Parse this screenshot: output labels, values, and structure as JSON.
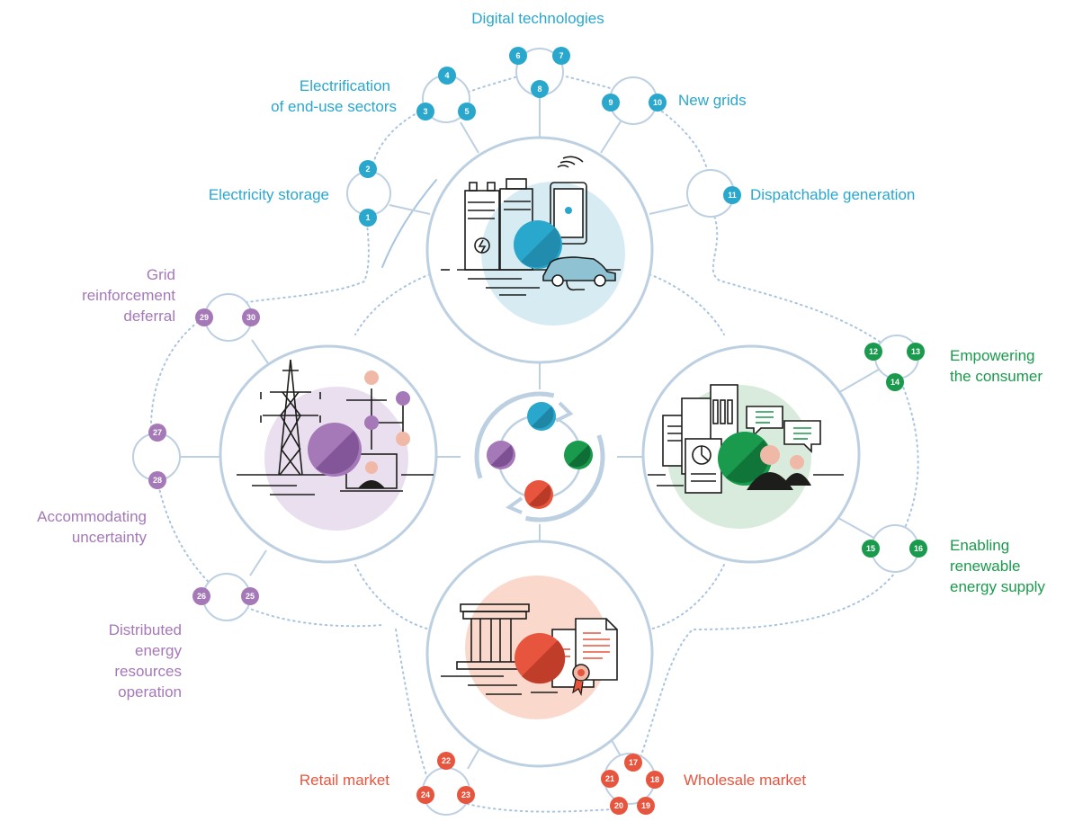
{
  "colors": {
    "blue": "#2aa7cc",
    "green": "#1a9a4c",
    "purple": "#a578b8",
    "red": "#e8553e",
    "ring": "#bdd0e2",
    "dots": "#a8c4de",
    "blue_bg": "#d7ebf3",
    "green_bg": "#d9ebdc",
    "purple_bg": "#e9dfee",
    "red_bg": "#fad9cc",
    "ink": "#1d1d1b"
  },
  "labels": {
    "digital_technologies": "Digital technologies",
    "electrification": [
      "Electrification",
      "of end-use sectors"
    ],
    "new_grids": "New grids",
    "electricity_storage": "Electricity storage",
    "dispatchable_generation": "Dispatchable generation",
    "grid_reinforcement": [
      "Grid",
      "reinforcement",
      "deferral"
    ],
    "empowering_consumer": [
      "Empowering",
      "the consumer"
    ],
    "accommodating_uncertainty": [
      "Accommodating",
      "uncertainty"
    ],
    "enabling_renewable": [
      "Enabling",
      "renewable",
      "energy supply"
    ],
    "distributed_energy": [
      "Distributed",
      "energy",
      "resources",
      "operation"
    ],
    "retail_market": "Retail market",
    "wholesale_market": "Wholesale market"
  },
  "badges": {
    "b1": "1",
    "b2": "2",
    "b3": "3",
    "b4": "4",
    "b5": "5",
    "b6": "6",
    "b7": "7",
    "b8": "8",
    "b9": "9",
    "b10": "10",
    "b11": "11",
    "b12": "12",
    "b13": "13",
    "b14": "14",
    "b15": "15",
    "b16": "16",
    "b17": "17",
    "b18": "18",
    "b19": "19",
    "b20": "20",
    "b21": "21",
    "b22": "22",
    "b23": "23",
    "b24": "24",
    "b25": "25",
    "b26": "26",
    "b27": "27",
    "b28": "28",
    "b29": "29",
    "b30": "30"
  },
  "icons": {
    "top": "electric-storage-phone-car-icon",
    "left": "transmission-tower-network-laptop-icon",
    "right": "documents-chat-people-icon",
    "bottom": "bank-contract-seal-icon",
    "center": "cycle-arrows-icon"
  }
}
